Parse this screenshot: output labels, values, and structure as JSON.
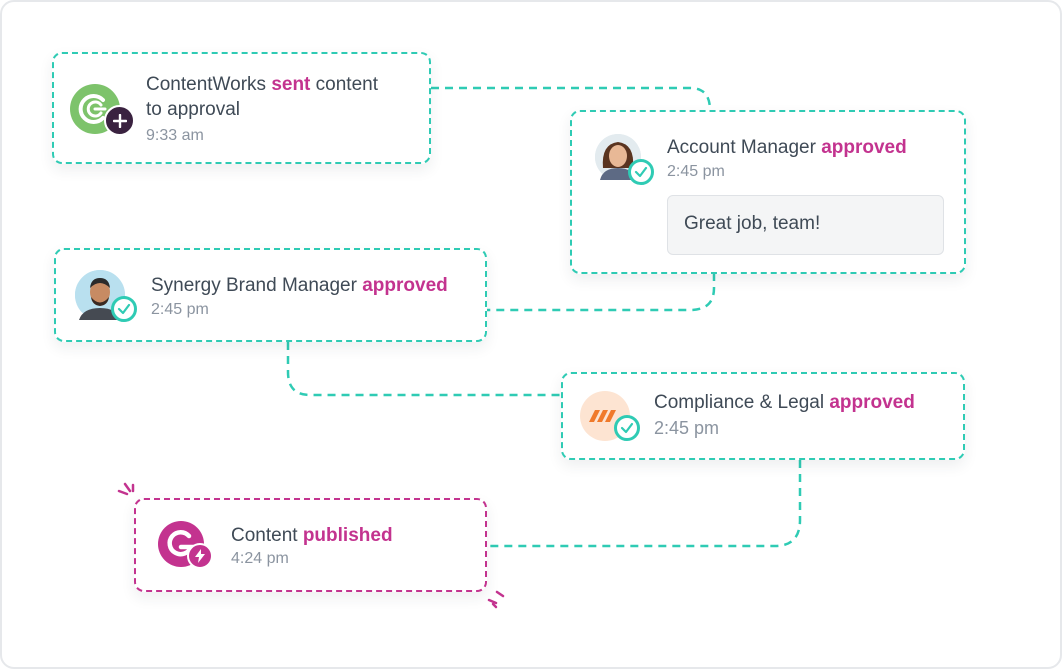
{
  "colors": {
    "teal": "#2fcbb4",
    "magenta": "#c3338f",
    "text": "#3f4a56",
    "muted": "#8b94a0",
    "contentworks_green": "#7dc36b",
    "contentworks_badge": "#3a2240",
    "compliance_orange": "#f07a2b"
  },
  "events": [
    {
      "actor": "ContentWorks",
      "action": "sent",
      "rest": " content",
      "rest_line2": "to approval",
      "time": "9:33 am",
      "avatar_icon": "contentworks-logo-icon",
      "badge_icon": "plus-icon"
    },
    {
      "actor": "Account Manager",
      "action": "approved",
      "time": "2:45 pm",
      "comment": "Great job, team!",
      "avatar_icon": "woman-avatar",
      "badge_icon": "check-icon"
    },
    {
      "actor": "Synergy Brand Manager",
      "action": "approved",
      "time": "2:45 pm",
      "avatar_icon": "man-avatar",
      "badge_icon": "check-icon"
    },
    {
      "actor": "Compliance & Legal",
      "action": "approved",
      "time": "2:45 pm",
      "avatar_icon": "compliance-logo-icon",
      "badge_icon": "check-icon"
    },
    {
      "actor": "Content",
      "action": "published",
      "time": "4:24 pm",
      "avatar_icon": "publisher-logo-icon",
      "badge_icon": "lightning-icon"
    }
  ]
}
